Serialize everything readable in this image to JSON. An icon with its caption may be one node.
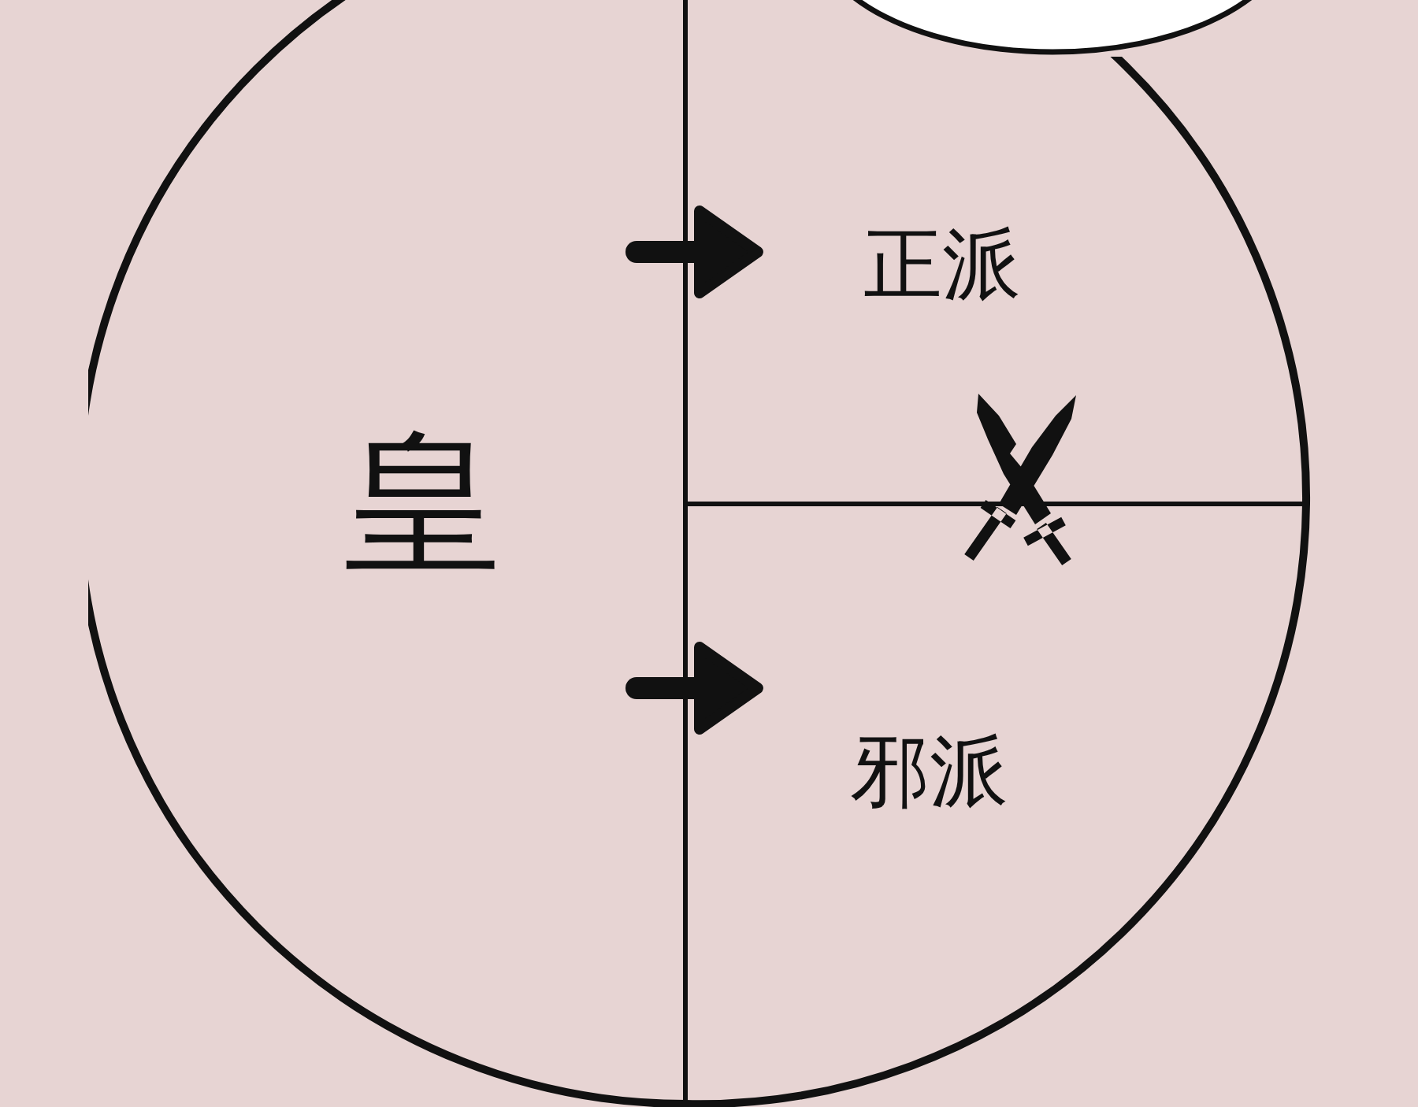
{
  "diagram": {
    "nodes": [
      {
        "text": [
          "皇"
        ]
      },
      {
        "text": [
          "正派"
        ]
      },
      {
        "text": [
          "邪派"
        ]
      },
      {
        "text": [],
        "shape": "ellipse"
      }
    ],
    "edges": [
      {
        "from": 0,
        "to": 1,
        "arrow": "to"
      },
      {
        "from": 0,
        "to": 2,
        "arrow": "to"
      }
    ]
  }
}
